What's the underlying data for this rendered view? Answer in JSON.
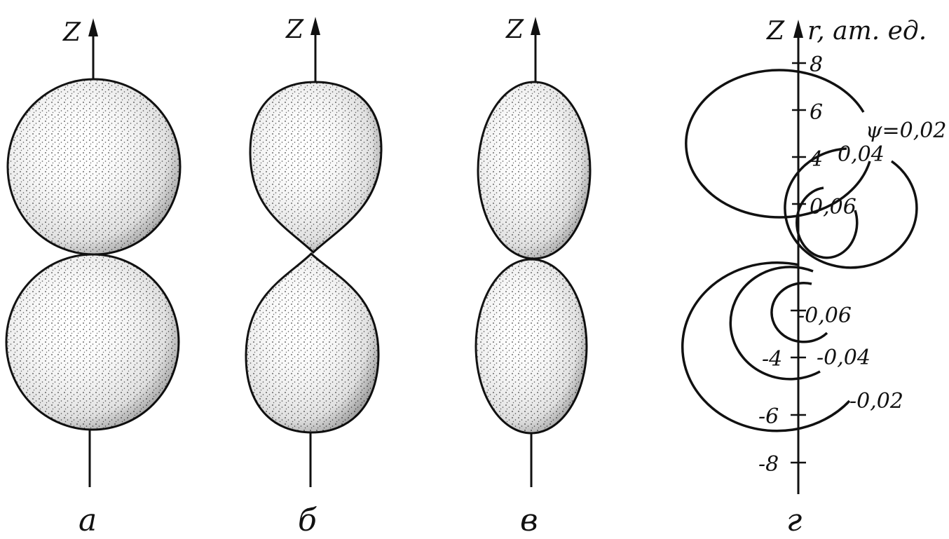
{
  "axis_name": "Z",
  "unit_label": "r, ат. ед.",
  "panels": [
    "а",
    "б",
    "в",
    "г"
  ],
  "ticks": [
    {
      "value": 8,
      "label": "8"
    },
    {
      "value": 6,
      "label": "6"
    },
    {
      "value": 4,
      "label": "4"
    },
    {
      "value": 2,
      "label": ""
    },
    {
      "value": -2,
      "label": ""
    },
    {
      "value": -4,
      "label": "-4"
    },
    {
      "value": -6,
      "label": "-6"
    },
    {
      "value": -8,
      "label": "-8"
    }
  ],
  "contours_upper": [
    {
      "psi": 0.02,
      "label": "ψ=0,02"
    },
    {
      "psi": 0.04,
      "label": "0,04"
    },
    {
      "psi": 0.06,
      "label": "0,06"
    }
  ],
  "contours_lower": [
    {
      "psi": -0.06,
      "label": "-0,06"
    },
    {
      "psi": -0.04,
      "label": "-0,04"
    },
    {
      "psi": -0.02,
      "label": "-0,02"
    }
  ],
  "colors": {
    "ink": "#111111",
    "paper": "#ffffff",
    "stipple": "#333333"
  }
}
